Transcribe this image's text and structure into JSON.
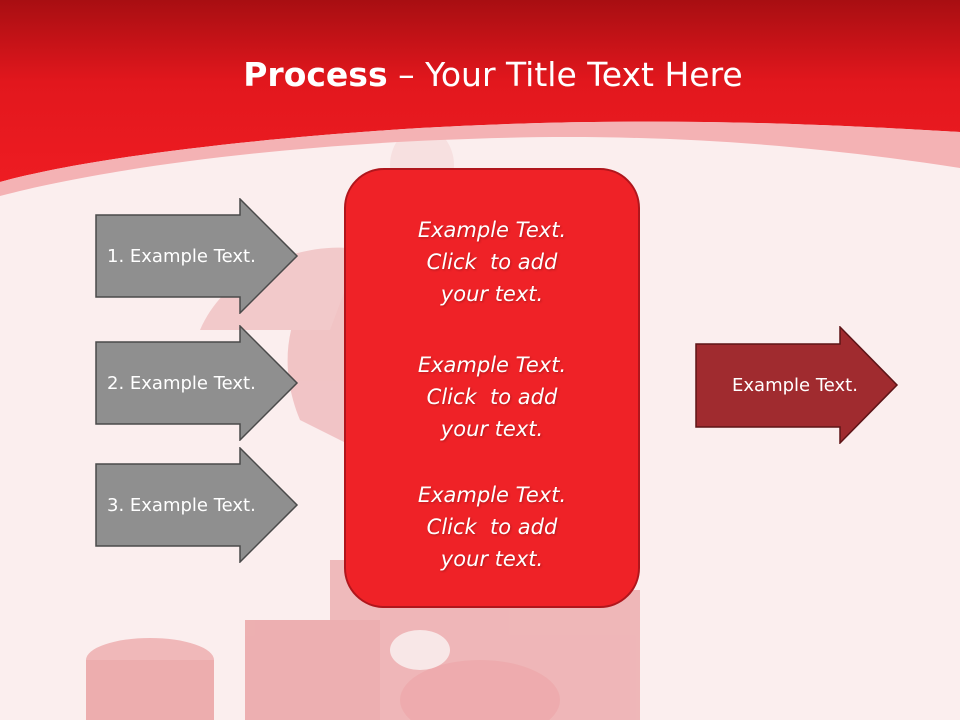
{
  "title": {
    "bold": "Process",
    "dash": "–",
    "rest": "Your Title Text Here"
  },
  "left_arrows": [
    {
      "label": "1. Example Text."
    },
    {
      "label": "2. Example Text."
    },
    {
      "label": "3. Example Text."
    }
  ],
  "center_box": {
    "blocks": [
      {
        "line1": "Example Text.",
        "line2": "Click  to add",
        "line3": "your text."
      },
      {
        "line1": "Example Text.",
        "line2": "Click  to add",
        "line3": "your text."
      },
      {
        "line1": "Example Text.",
        "line2": "Click  to add",
        "line3": "your text."
      }
    ]
  },
  "right_arrow": {
    "label": "Example Text."
  },
  "colors": {
    "header_red": "#e8161c",
    "page_background": "#fbeeee",
    "box_red": "#ef2227",
    "left_arrow_gray": "#8f8f8f",
    "right_arrow_dark_red": "#a02b2f"
  },
  "decorative": {
    "background_picture": "faded 3d figure with question mark"
  }
}
